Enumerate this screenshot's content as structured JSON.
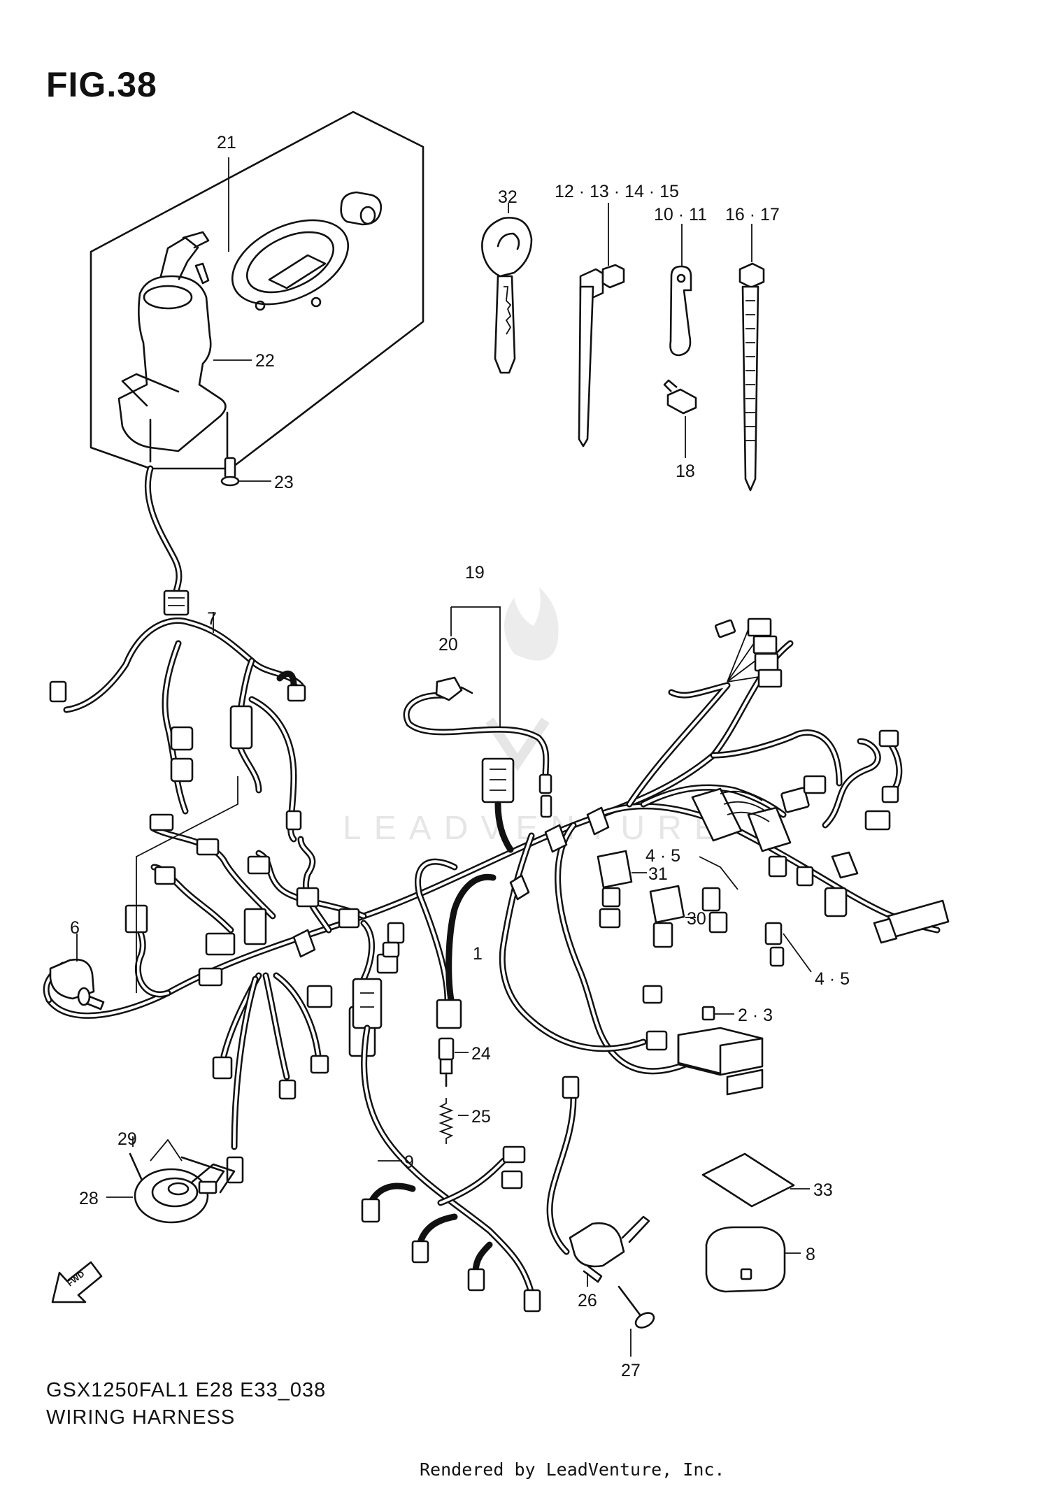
{
  "figure": {
    "title": "FIG.38",
    "model_code": "GSX1250FAL1  E28  E33_038",
    "section_name": "WIRING HARNESS",
    "rendered_by": "Rendered by LeadVenture, Inc.",
    "watermark": "LEADVENTURE",
    "fwd_label": "FWD"
  },
  "callouts": {
    "c1": "1",
    "c2_3": "2 · 3",
    "c4_5a": "4 · 5",
    "c4_5b": "4 · 5",
    "c6": "6",
    "c7": "7",
    "c8": "8",
    "c9": "9",
    "c10_11": "10 · 11",
    "c12_15": "12 · 13 · 14 · 15",
    "c16_17": "16 · 17",
    "c18": "18",
    "c19": "19",
    "c20": "20",
    "c21": "21",
    "c22": "22",
    "c23": "23",
    "c24": "24",
    "c25": "25",
    "c26": "26",
    "c27": "27",
    "c28": "28",
    "c29": "29",
    "c30": "30",
    "c31": "31",
    "c32": "32",
    "c33": "33"
  }
}
